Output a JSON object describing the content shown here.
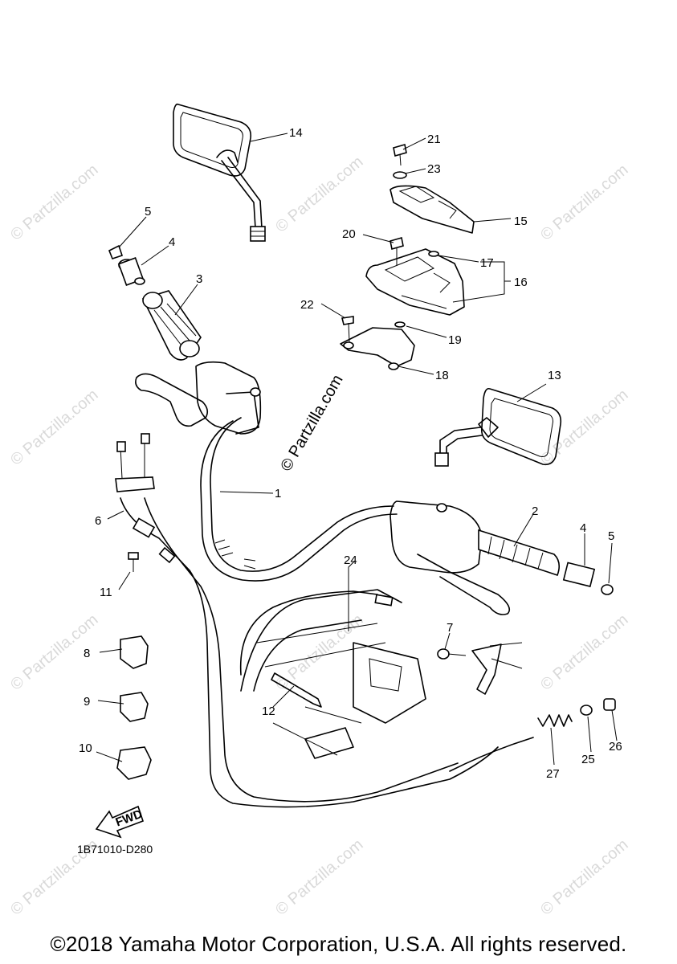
{
  "diagram": {
    "watermark_center": "© Partzilla.com",
    "watermark_tile": "© Partzilla.com",
    "callouts": [
      "1",
      "2",
      "3",
      "4",
      "4",
      "5",
      "5",
      "6",
      "7",
      "8",
      "9",
      "10",
      "11",
      "12",
      "13",
      "14",
      "15",
      "16",
      "17",
      "18",
      "19",
      "20",
      "21",
      "22",
      "23",
      "24",
      "25",
      "26",
      "27"
    ],
    "fwd_label": "FWD",
    "diagram_code": "1B71010-D280"
  },
  "footer": {
    "copyright": "©2018 Yamaha Motor Corporation, U.S.A. All rights reserved."
  }
}
